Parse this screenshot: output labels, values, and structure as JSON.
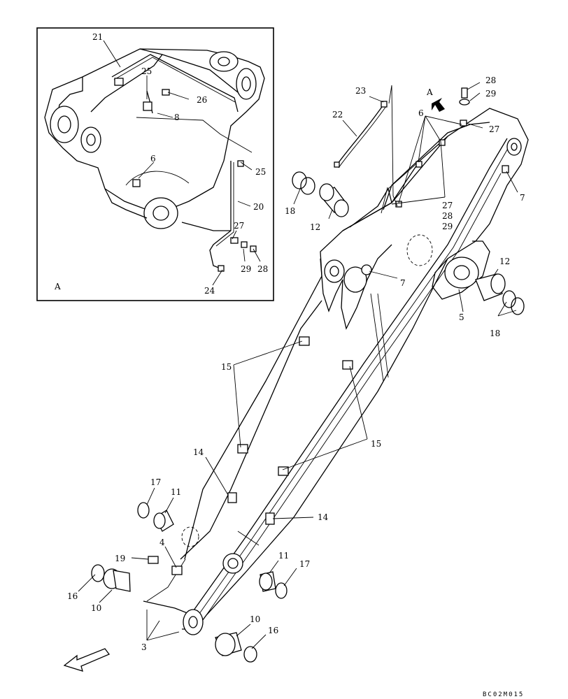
{
  "drawing_code": "BC02M015",
  "detail": {
    "label": "A"
  },
  "view_marker": {
    "label": "A"
  },
  "callouts": {
    "c21": "21",
    "c25a": "25",
    "c26": "26",
    "c8": "8",
    "c6a": "6",
    "c25b": "25",
    "c20": "20",
    "c27a": "27",
    "c29a": "29",
    "c28a": "28",
    "c24": "24",
    "c23": "23",
    "c22": "22",
    "c28b": "28",
    "c29b": "29",
    "c6b": "6",
    "c27b": "27",
    "c7a": "7",
    "c27c": "27",
    "c28c": "28",
    "c29c": "29",
    "c18a": "18",
    "c12a": "12",
    "c7b": "7",
    "c12b": "12",
    "c5": "5",
    "c18b": "18",
    "c15a": "15",
    "c15b": "15",
    "c14a": "14",
    "c14b": "14",
    "c17a": "17",
    "c11a": "11",
    "c4": "4",
    "c19": "19",
    "c16a": "16",
    "c10a": "10",
    "c11b": "11",
    "c17b": "17",
    "c10b": "10",
    "c16b": "16",
    "c3": "3"
  }
}
